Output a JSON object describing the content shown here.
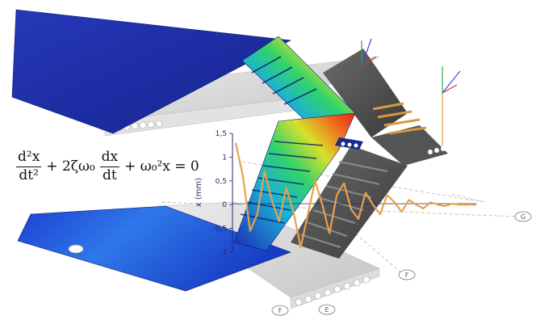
{
  "equation": {
    "frac1_num": "d²x",
    "frac1_den": "dt²",
    "term2_prefix": "+ 2ζω₀",
    "frac2_num": "dx",
    "frac2_den": "dt",
    "term3": "+ ω₀²x = 0"
  },
  "chart_data": {
    "type": "line",
    "title": "",
    "ylabel": "x (mm)",
    "xlabel": "",
    "ylim": [
      -1,
      1.5
    ],
    "yticks": [
      "1,5",
      "1",
      "0,5",
      "0",
      "-0,5",
      "-1"
    ],
    "grid": false,
    "series": [
      {
        "x": [
          0,
          0.03,
          0.06,
          0.09,
          0.12,
          0.15,
          0.18,
          0.21,
          0.24,
          0.27,
          0.3,
          0.33,
          0.36,
          0.39,
          0.42,
          0.45,
          0.48,
          0.51,
          0.54,
          0.57,
          0.6,
          0.63,
          0.66,
          0.69,
          0.72,
          0.75,
          0.78,
          0.81,
          0.84,
          0.87,
          0.9,
          0.93,
          0.96,
          1.0
        ],
        "y": [
          1.3,
          0.6,
          -0.55,
          -0.2,
          0.7,
          0.1,
          -0.35,
          0.35,
          -0.15,
          -0.9,
          -0.2,
          0.5,
          0.0,
          -0.6,
          0.2,
          0.45,
          -0.1,
          -0.3,
          0.25,
          0.0,
          -0.2,
          0.2,
          0.05,
          -0.15,
          0.1,
          0.0,
          -0.08,
          0.05,
          0.0,
          -0.03,
          0.02,
          0.0,
          0.0,
          0.0
        ]
      }
    ]
  },
  "grid_labels": [
    "G",
    "F",
    "E",
    "F"
  ],
  "colors": {
    "slab_blue": "#1b2fa8",
    "concrete": "#d4d4d4",
    "dark_stair": "#4a4a4a",
    "curve": "#e8a14a",
    "axis": "#1f2a6b"
  }
}
